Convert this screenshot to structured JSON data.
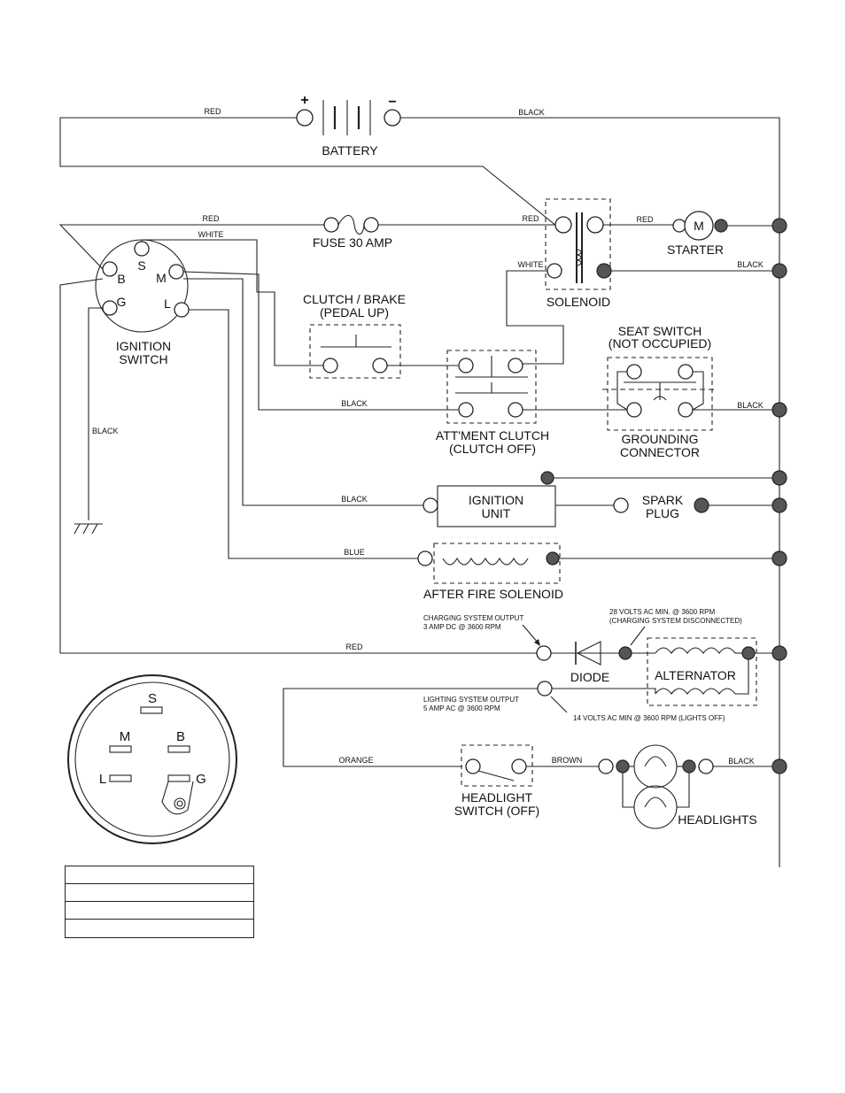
{
  "battery": {
    "label": "BATTERY",
    "plus": "+",
    "minus": "−"
  },
  "wires": {
    "red_top": "RED",
    "black_top": "BLACK",
    "red_fuse": "RED",
    "white_s": "WHITE",
    "red_solenoid": "RED",
    "white_solenoid": "WHITE",
    "red_starter": "RED",
    "black_solenoid": "BLACK",
    "black_ground": "BLACK",
    "black_clutch": "BLACK",
    "black_seat": "BLACK",
    "black_ignition": "BLACK",
    "blue": "BLUE",
    "red_charging": "RED",
    "orange": "ORANGE",
    "brown": "BROWN",
    "black_headlights": "BLACK"
  },
  "components": {
    "fuse": "FUSE 30 AMP",
    "starter": "STARTER",
    "starter_symbol": "M",
    "solenoid": "SOLENOID",
    "ignition_switch": [
      "IGNITION",
      "SWITCH"
    ],
    "terminals": {
      "b": "B",
      "s": "S",
      "m": "M",
      "g": "G",
      "l": "L"
    },
    "clutch_brake": [
      "CLUTCH / BRAKE",
      "(PEDAL UP)"
    ],
    "seat_switch": [
      "SEAT SWITCH",
      "(NOT OCCUPIED)"
    ],
    "attachment_clutch": [
      "ATT'MENT CLUTCH",
      "(CLUTCH OFF)"
    ],
    "grounding_connector": [
      "GROUNDING",
      "CONNECTOR"
    ],
    "ignition_unit": [
      "IGNITION",
      "UNIT"
    ],
    "spark_plug": [
      "SPARK",
      "PLUG"
    ],
    "after_fire_solenoid": "AFTER FIRE SOLENOID",
    "diode": "DIODE",
    "alternator": "ALTERNATOR",
    "headlight_switch": [
      "HEADLIGHT",
      "SWITCH (OFF)"
    ],
    "headlights": "HEADLIGHTS"
  },
  "notes": {
    "charging_output": [
      "CHARGING SYSTEM OUTPUT",
      "3 AMP DC @ 3600 RPM"
    ],
    "volts_28": [
      "28 VOLTS AC MIN. @ 3600 RPM",
      "(CHARGING SYSTEM DISCONNECTED)"
    ],
    "lighting_output": [
      "LIGHTING SYSTEM OUTPUT",
      "5 AMP AC @ 3600 RPM"
    ],
    "volts_14": "14 VOLTS AC MIN @ 3600 RPM (LIGHTS OFF)"
  },
  "switch_face": {
    "s": "S",
    "m": "M",
    "b": "B",
    "l": "L",
    "g": "G"
  }
}
